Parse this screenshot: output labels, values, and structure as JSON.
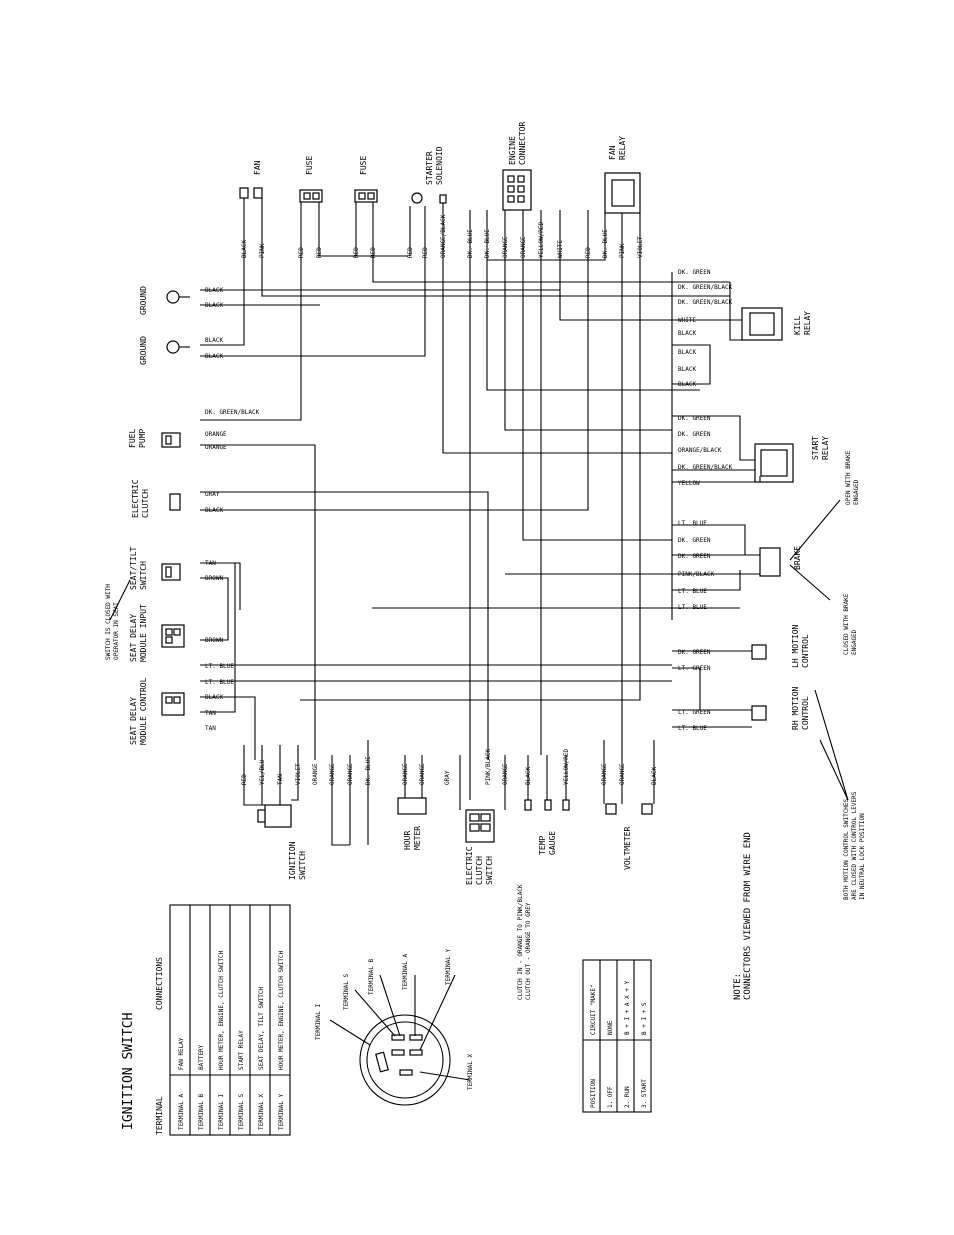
{
  "components": {
    "fan": "FAN",
    "fuse1": "FUSE",
    "fuse2": "FUSE",
    "starter": [
      "STARTER",
      "SOLENOID"
    ],
    "engine_connector": [
      "ENGINE",
      "CONNECTOR"
    ],
    "fan_relay": [
      "FAN",
      "RELAY"
    ],
    "ground1": "GROUND",
    "ground2": "GROUND",
    "fuel_pump": [
      "FUEL",
      "PUMP"
    ],
    "electric_clutch": [
      "ELECTRIC",
      "CLUTCH"
    ],
    "seat_tilt": [
      "SEAT/TILT",
      "SWITCH"
    ],
    "seat_delay_input": [
      "SEAT DELAY",
      "MODULE INPUT"
    ],
    "seat_delay_control": [
      "SEAT DELAY",
      "MODULE CONTROL"
    ],
    "ignition_switch": [
      "IGNITION",
      "SWITCH"
    ],
    "hour_meter": [
      "HOUR",
      "METER"
    ],
    "clutch_switch": [
      "ELECTRIC",
      "CLUTCH",
      "SWITCH"
    ],
    "temp_gauge": [
      "TEMP",
      "GAUGE"
    ],
    "voltmeter": "VOLTMETER",
    "kill_relay": [
      "KILL",
      "RELAY"
    ],
    "start_relay": [
      "START",
      "RELAY"
    ],
    "brake": "BRAKE",
    "lh_motion": [
      "LH MOTION",
      "CONTROL"
    ],
    "rh_motion": [
      "RH MOTION",
      "CONTROL"
    ]
  },
  "notes": {
    "seat_switch": [
      "SWITCH IS CLOSED WITH",
      "OPERATOR IN SEAT"
    ],
    "brake_open": [
      "OPEN WITH BRAKE",
      "ENGAGED"
    ],
    "brake_closed": [
      "CLOSED WITH BRAKE",
      "ENGAGED"
    ],
    "motion_controls": [
      "BOTH MOTION CONTROL SWITCHES",
      "ARE CLOSED WITH CONTROL LEVERS",
      "IN NEUTRAL LOCK POSITION"
    ],
    "clutch_in_out": [
      "CLUTCH IN - ORANGE TO PINK/BLACK",
      "CLUTCH OUT - ORANGE TO GREY"
    ],
    "main_note": [
      "NOTE:",
      "CONNECTORS VIEWED FROM WIRE END"
    ]
  },
  "top_wires": [
    "BLACK",
    "PINK",
    "RED",
    "RED",
    "RED",
    "RED",
    "RED",
    "RED",
    "ORANGE/BLACK",
    "DK. BLUE",
    "DK. BLUE",
    "ORANGE",
    "ORANGE",
    "YELLOW/RED",
    "WHITE",
    "RED",
    "DK. BLUE",
    "PINK",
    "VIOLET"
  ],
  "left_wires": [
    "BLACK",
    "BLACK",
    "BLACK",
    "BLACK",
    "DK. GREEN/BLACK",
    "ORANGE",
    "ORANGE",
    "GRAY",
    "BLACK",
    "TAN",
    "BROWN",
    "BROWN",
    "LT. BLUE",
    "LT. BLUE",
    "BLACK",
    "TAN",
    "TAN"
  ],
  "right_wires": [
    "DK. GREEN",
    "DK. GREEN/BLACK",
    "DK. GREEN/BLACK",
    "WHITE",
    "BLACK",
    "BLACK",
    "BLACK",
    "BLACK",
    "DK. GREEN",
    "DK. GREEN",
    "ORANGE/BLACK",
    "DK. GREEN/BLACK",
    "YELLOW",
    "LT. BLUE",
    "DK. GREEN",
    "DK. GREEN",
    "PINK/BLACK",
    "LT. BLUE",
    "LT. BLUE",
    "DK. GREEN",
    "LT. GREEN",
    "LT. GREEN",
    "LT. BLUE"
  ],
  "bottom_wires": [
    "RED",
    "YEL/BLU",
    "TAN",
    "VIOLET",
    "ORANGE",
    "ORANGE",
    "ORANGE",
    "DK. BLUE",
    "ORANGE",
    "ORANGE",
    "GRAY",
    "PINK/BLACK",
    "ORANGE",
    "BLACK",
    "YELLOW/RED",
    "ORANGE",
    "ORANGE",
    "BLACK"
  ],
  "ignition_table": {
    "title": "IGNITION SWITCH",
    "headers": [
      "TERMINAL",
      "CONNECTIONS"
    ],
    "rows": [
      [
        "TERMINAL  A",
        "FAN RELAY"
      ],
      [
        "TERMINAL  B",
        "BATTERY"
      ],
      [
        "TERMINAL  I",
        "HOUR METER, ENGINE, CLUTCH SWITCH"
      ],
      [
        "TERMINAL  S",
        "START RELAY"
      ],
      [
        "TERMINAL  X",
        "SEAT DELAY, TILT SWITCH"
      ],
      [
        "TERMINAL  Y",
        "HOUR METER, ENGINE, CLUTCH SWITCH"
      ]
    ]
  },
  "terminals": [
    "TERMINAL I",
    "TERMINAL S",
    "TERMINAL B",
    "TERMINAL A",
    "TERMINAL Y",
    "TERMINAL X"
  ],
  "position_table": {
    "headers": [
      "POSITION",
      "CIRCUIT \"MAKE\""
    ],
    "rows": [
      [
        "1. OFF",
        "NONE"
      ],
      [
        "2. RUN",
        "B + I + A    X + Y"
      ],
      [
        "3. START",
        "B + I + S"
      ]
    ]
  }
}
